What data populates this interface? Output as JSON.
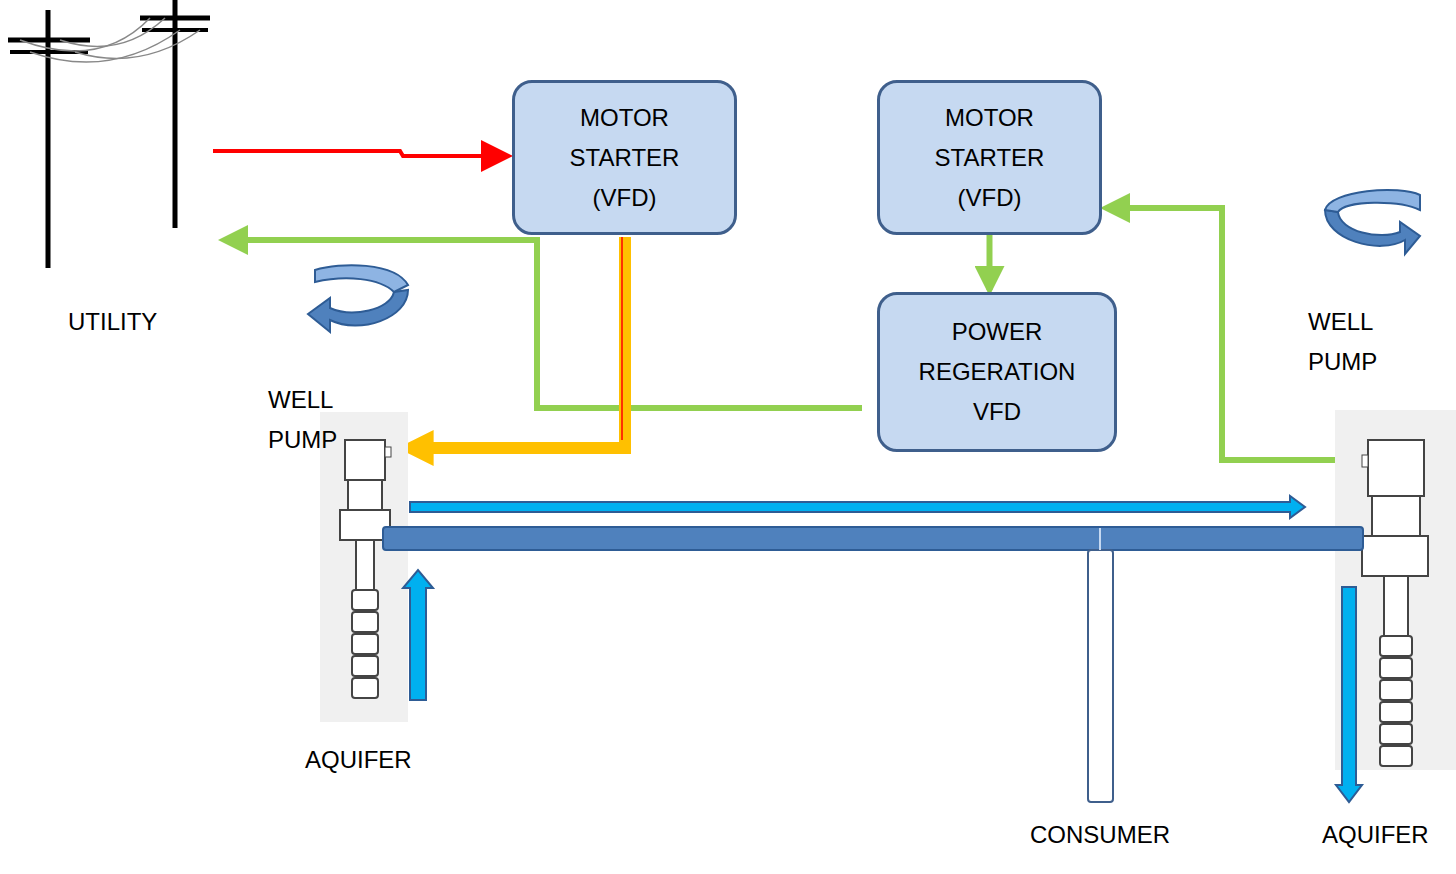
{
  "diagram": {
    "nodes": [
      {
        "text": [
          "MOTOR STARTER (VFD)"
        ]
      },
      {
        "text": [
          "MOTOR STARTER (VFD)"
        ]
      },
      {
        "text": [
          "POWER REGERATION VFD"
        ]
      }
    ],
    "edges": [
      {
        "from": 1,
        "to": 2,
        "arrow": "to"
      }
    ],
    "labels": [
      "UTILITY",
      "WELL PUMP",
      "WELL PUMP",
      "AQUIFER",
      "CONSUMER",
      "AQUIFER"
    ]
  }
}
